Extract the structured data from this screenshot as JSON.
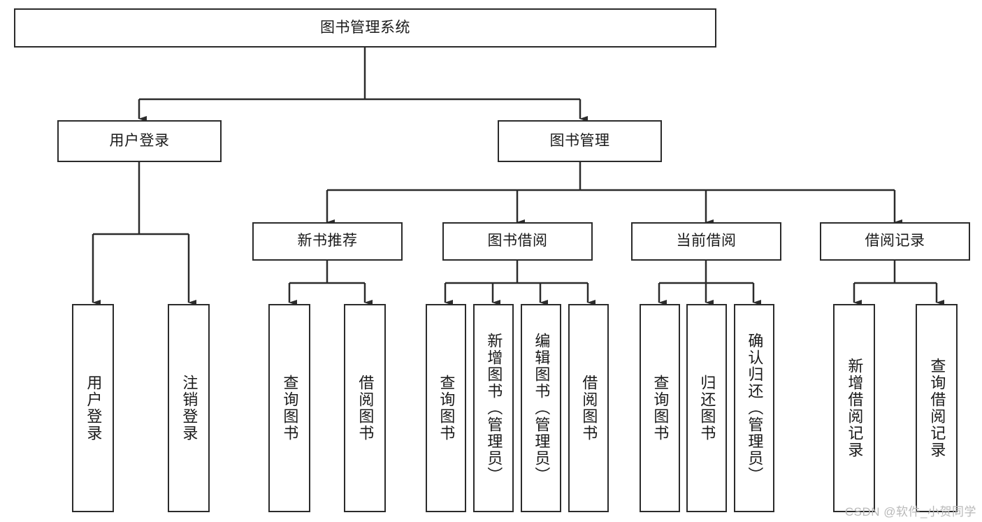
{
  "diagram": {
    "type": "tree",
    "title": "图书管理系统",
    "root": {
      "label": "图书管理系统"
    },
    "level1": [
      {
        "label": "用户登录"
      },
      {
        "label": "图书管理"
      }
    ],
    "level2": [
      {
        "label": "新书推荐"
      },
      {
        "label": "图书借阅"
      },
      {
        "label": "当前借阅"
      },
      {
        "label": "借阅记录"
      }
    ],
    "leaves": {
      "user_login": [
        {
          "label": "用户登录"
        },
        {
          "label": "注销登录"
        }
      ],
      "new_book": [
        {
          "label": "查询图书"
        },
        {
          "label": "借阅图书"
        }
      ],
      "book_borrow": [
        {
          "label": "查询图书"
        },
        {
          "label": "新增图书（管理员）"
        },
        {
          "label": "编辑图书（管理员）"
        },
        {
          "label": "借阅图书"
        }
      ],
      "current_borrow": [
        {
          "label": "查询图书"
        },
        {
          "label": "归还图书"
        },
        {
          "label": "确认归还（管理员）"
        }
      ],
      "borrow_record": [
        {
          "label": "新增借阅记录"
        },
        {
          "label": "查询借阅记录"
        }
      ]
    }
  },
  "watermark": {
    "text": "CSDN @软件_小贺同学"
  },
  "colors": {
    "stroke": "#2b2b2b",
    "background": "#ffffff",
    "text": "#1a1a1a",
    "watermark": "#b9b9b9"
  }
}
